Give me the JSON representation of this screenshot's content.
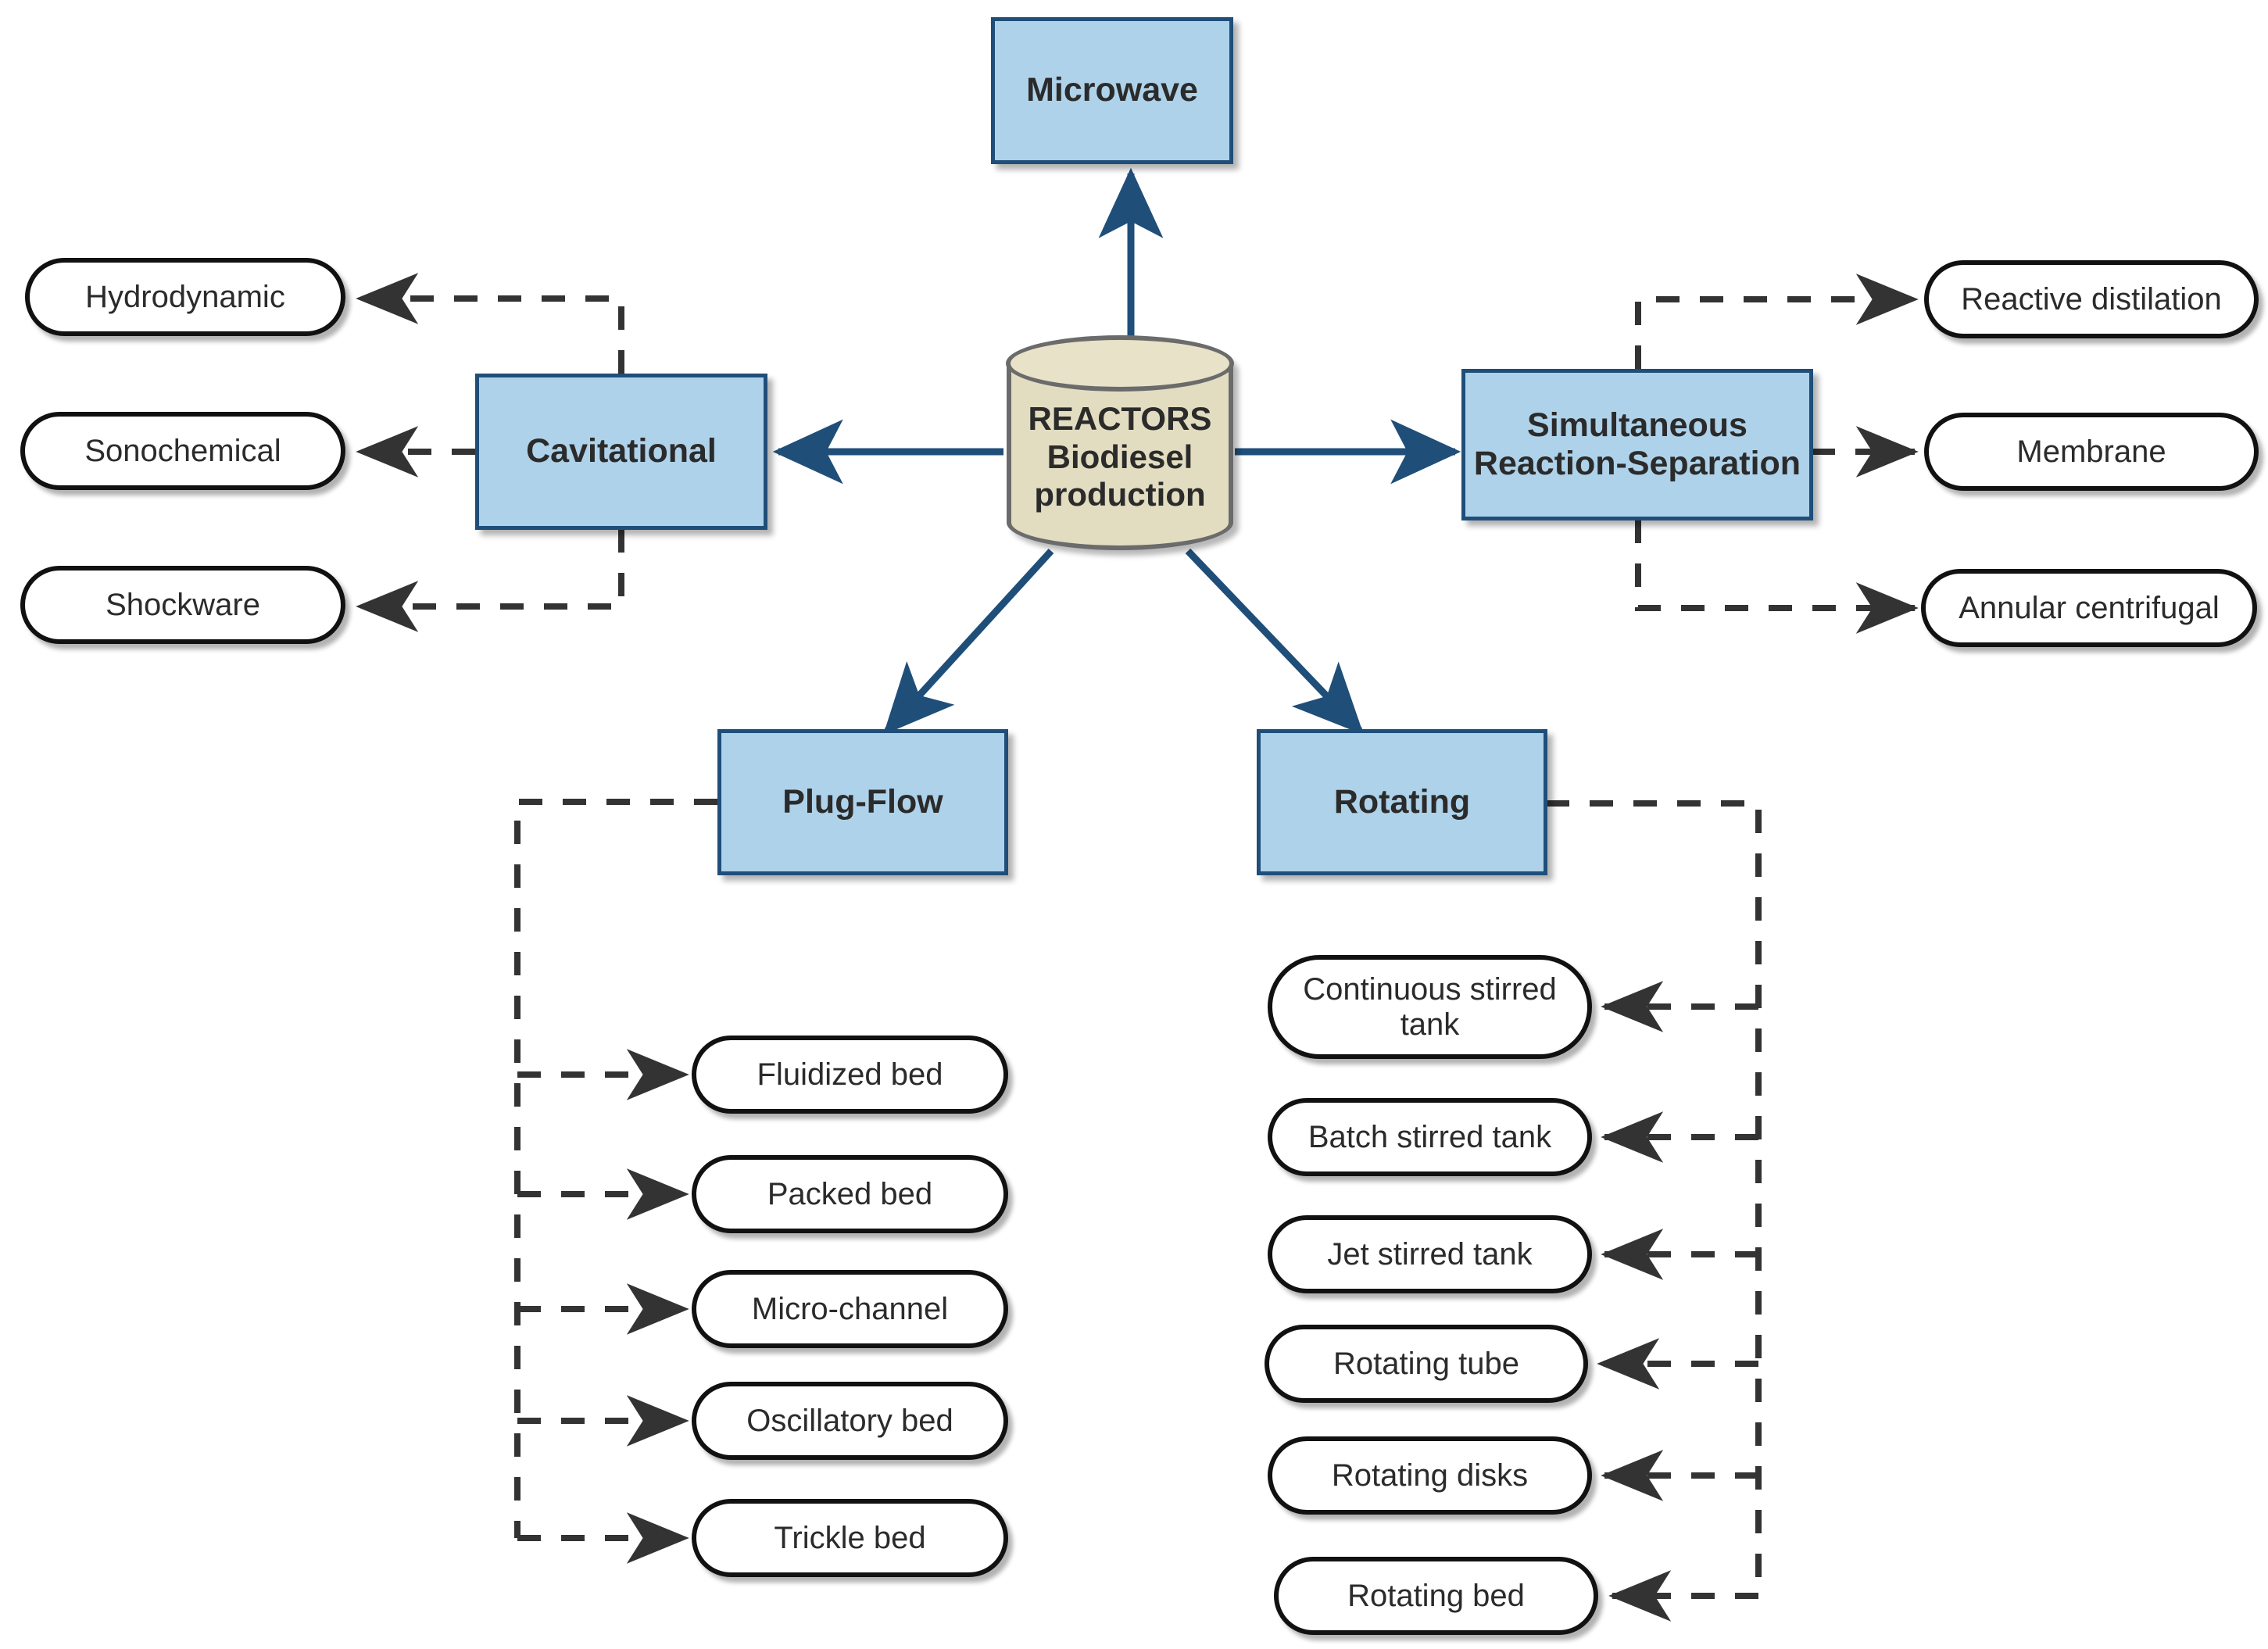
{
  "diagram": {
    "type": "mind-map",
    "title": "REACTORS Biodiesel production",
    "colors": {
      "box_fill": "#aed2ea",
      "box_border": "#1f4e79",
      "cylinder_fill": "#e2ddc1",
      "cylinder_border": "#6b6b6b",
      "pill_fill": "#ffffff",
      "pill_border": "#111111",
      "solid_arrow": "#1f4e79",
      "dashed_connector": "#333333",
      "background": "#ffffff"
    },
    "center": {
      "label_line1": "REACTORS",
      "label_line2": "Biodiesel",
      "label_line3": "production",
      "shape": "cylinder"
    },
    "branches": [
      {
        "id": "microwave",
        "label": "Microwave",
        "shape": "rect",
        "direction": "up",
        "connector": "solid-arrow",
        "leaves": []
      },
      {
        "id": "cavitational",
        "label": "Cavitational",
        "shape": "rect",
        "direction": "left",
        "connector": "solid-arrow",
        "leaves": [
          {
            "label": "Hydrodynamic"
          },
          {
            "label": "Sonochemical"
          },
          {
            "label": "Shockware"
          }
        ]
      },
      {
        "id": "simultaneous-reaction-separation",
        "label_line1": "Simultaneous",
        "label_line2": "Reaction-Separation",
        "label": "Simultaneous Reaction-Separation",
        "shape": "rect",
        "direction": "right",
        "connector": "solid-arrow",
        "leaves": [
          {
            "label": "Reactive distilation"
          },
          {
            "label": "Membrane"
          },
          {
            "label": "Annular centrifugal"
          }
        ]
      },
      {
        "id": "plug-flow",
        "label": "Plug-Flow",
        "shape": "rect",
        "direction": "down-left",
        "connector": "solid-arrow",
        "leaves": [
          {
            "label": "Fluidized bed"
          },
          {
            "label": "Packed bed"
          },
          {
            "label": "Micro-channel"
          },
          {
            "label": "Oscillatory bed"
          },
          {
            "label": "Trickle bed"
          }
        ]
      },
      {
        "id": "rotating",
        "label": "Rotating",
        "shape": "rect",
        "direction": "down-right",
        "connector": "solid-arrow",
        "leaves": [
          {
            "label_line1": "Continuous stirred",
            "label_line2": "tank",
            "label": "Continuous stirred tank"
          },
          {
            "label": "Batch stirred tank"
          },
          {
            "label": "Jet stirred tank"
          },
          {
            "label": "Rotating tube"
          },
          {
            "label": "Rotating disks"
          },
          {
            "label": "Rotating bed"
          }
        ]
      }
    ]
  }
}
